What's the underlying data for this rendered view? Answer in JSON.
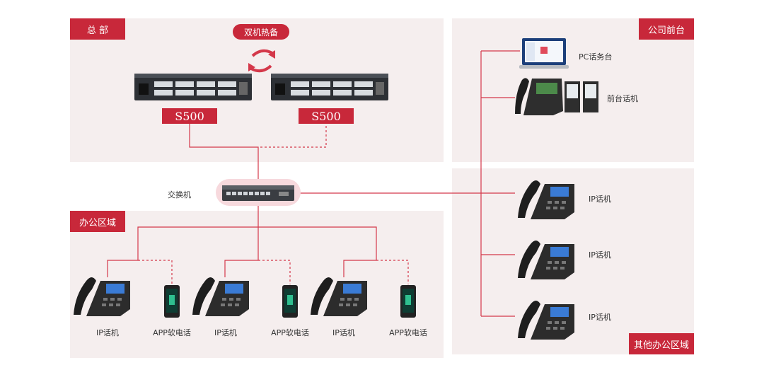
{
  "colors": {
    "accent": "#c8283a",
    "zone_bg": "#f5eeee",
    "line": "#d4384a"
  },
  "zones": {
    "hq": "总 部",
    "office": "办公区域",
    "reception": "公司前台",
    "other_office": "其他办公区域"
  },
  "hq": {
    "hot_standby": "双机热备",
    "server_left_model": "S500",
    "server_right_model": "S500"
  },
  "switch_label": "交换机",
  "office_devices": [
    {
      "label": "IP话机",
      "icon": "desk-phone-icon"
    },
    {
      "label": "APP软电话",
      "icon": "mobile-phone-icon"
    },
    {
      "label": "IP话机",
      "icon": "desk-phone-icon"
    },
    {
      "label": "APP软电话",
      "icon": "mobile-phone-icon"
    },
    {
      "label": "IP话机",
      "icon": "desk-phone-icon"
    },
    {
      "label": "APP软电话",
      "icon": "mobile-phone-icon"
    }
  ],
  "reception_devices": [
    {
      "label": "PC话务台",
      "icon": "laptop-icon"
    },
    {
      "label": "前台话机",
      "icon": "reception-console-icon"
    }
  ],
  "other_devices": [
    {
      "label": "IP话机",
      "icon": "desk-phone-icon"
    },
    {
      "label": "IP话机",
      "icon": "desk-phone-icon"
    },
    {
      "label": "IP话机",
      "icon": "desk-phone-icon"
    }
  ]
}
